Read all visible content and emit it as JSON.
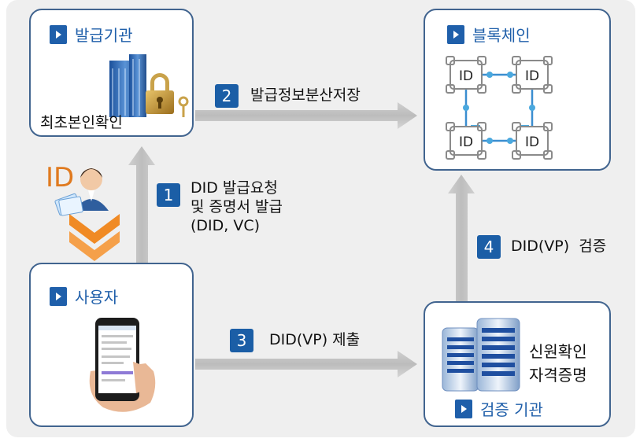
{
  "issuer": {
    "tag": "발급기관",
    "caption": "최초본인확인"
  },
  "blockchain": {
    "tag": "블록체인",
    "node_labels": [
      "ID",
      "ID",
      "ID",
      "ID"
    ]
  },
  "user": {
    "tag": "사용자",
    "id_label": "ID"
  },
  "verifier": {
    "tag": "검증 기관",
    "caption_line1": "신원확인",
    "caption_line2": "자격증명"
  },
  "steps": [
    {
      "number": "1",
      "lines": [
        "DID 발급요청",
        "및 증명서 발급",
        "(DID, VC)"
      ]
    },
    {
      "number": "2",
      "lines": [
        "발급정보분산저장"
      ]
    },
    {
      "number": "3",
      "lines": [
        "DID(VP) 제출"
      ]
    },
    {
      "number": "4",
      "lines": [
        "DID(VP)  검증"
      ]
    }
  ],
  "colors": {
    "frame": "#41648f",
    "accent": "#1f5faa",
    "badge": "#1b5ea6",
    "arrow": "#bfbfbf",
    "node": "#4aa8de"
  }
}
